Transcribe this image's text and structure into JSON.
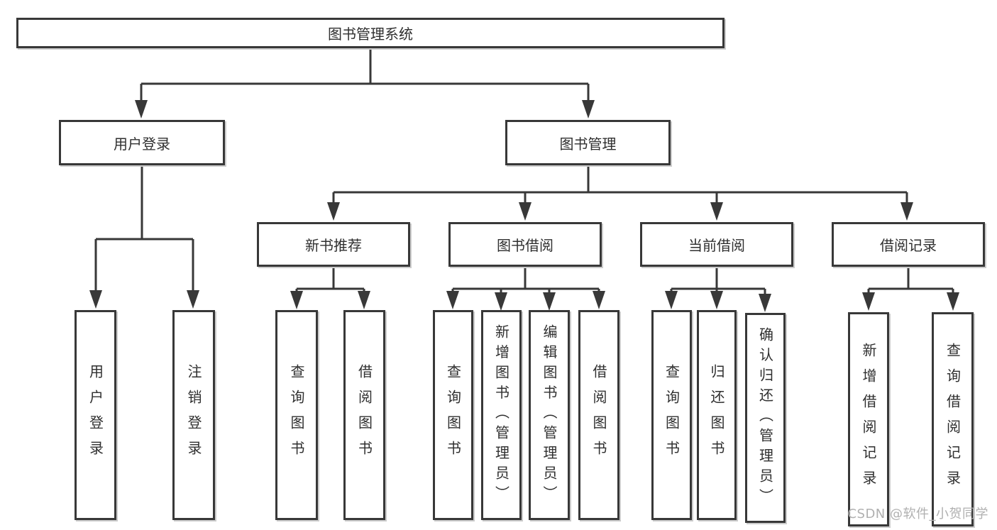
{
  "diagram_title": "图书管理系统",
  "colors": {
    "line": "#383838",
    "box_border": "#383838",
    "text": "#2f2f2f",
    "watermark": "#b0b0b0",
    "background": "#ffffff"
  },
  "tree": {
    "root": {
      "label": "图书管理系统"
    },
    "branches": [
      {
        "label": "用户登录",
        "children": [
          {
            "label": "用户登录"
          },
          {
            "label": "注销登录"
          }
        ]
      },
      {
        "label": "图书管理",
        "children": [
          {
            "label": "新书推荐",
            "children": [
              {
                "label": "查询图书"
              },
              {
                "label": "借阅图书"
              }
            ]
          },
          {
            "label": "图书借阅",
            "children": [
              {
                "label": "查询图书"
              },
              {
                "label": "新增图书（管理员）"
              },
              {
                "label": "编辑图书（管理员）"
              },
              {
                "label": "借阅图书"
              }
            ]
          },
          {
            "label": "当前借阅",
            "children": [
              {
                "label": "查询图书"
              },
              {
                "label": "归还图书"
              },
              {
                "label": "确认归还（管理员）"
              }
            ]
          },
          {
            "label": "借阅记录",
            "children": [
              {
                "label": "新增借阅记录"
              },
              {
                "label": "查询借阅记录"
              }
            ]
          }
        ]
      }
    ]
  },
  "watermark": {
    "text": "CSDN @软件_小贺同学"
  }
}
